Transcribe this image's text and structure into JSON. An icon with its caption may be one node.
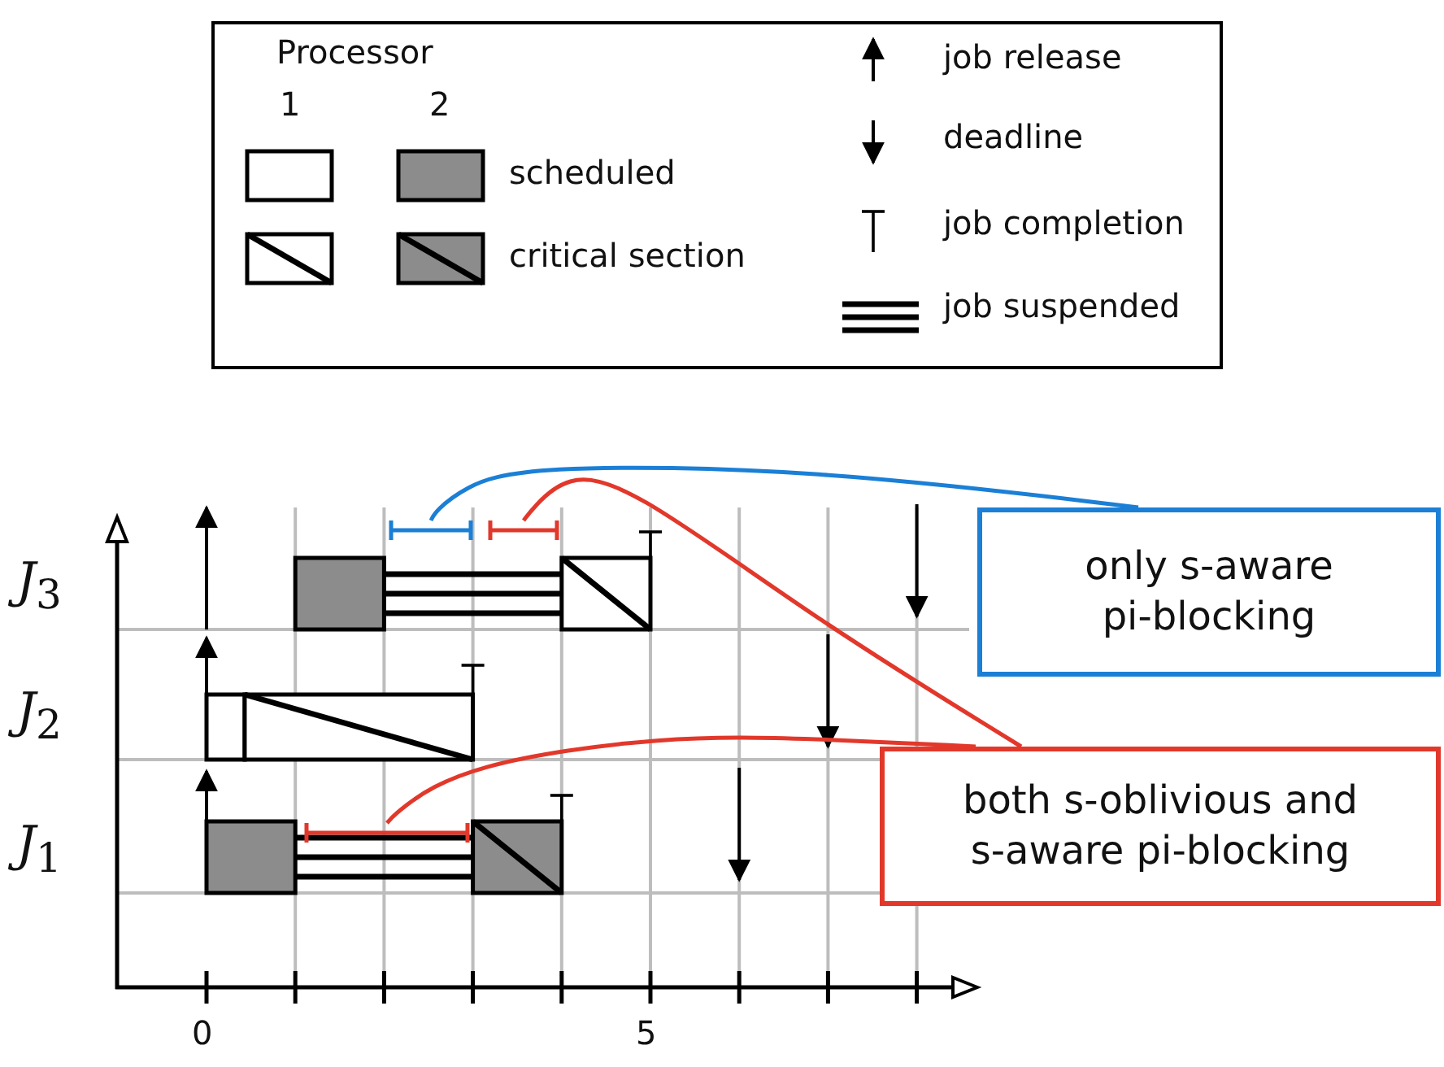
{
  "diagram": {
    "nodes": [
      {
        "text": [
          "only s-aware pi-blocking"
        ]
      },
      {
        "text": [],
        "shape": "bar"
      },
      {
        "text": [],
        "shape": "bar"
      },
      {
        "text": [
          "both s-oblivious and s-aware pi-blocking"
        ]
      },
      {
        "text": [],
        "shape": "bar"
      }
    ],
    "edges": [
      {
        "from": 0,
        "to": 1,
        "arrow": "none",
        "color": "#1b7fd6"
      },
      {
        "from": 3,
        "to": 2,
        "arrow": "none"
      },
      {
        "from": 3,
        "to": 4,
        "arrow": "none"
      }
    ],
    "labels": [
      "Processor",
      "1",
      "2",
      "*J*$_{3}$",
      "*J*$_{2}$",
      "*J*$_{1}$",
      "0",
      "5"
    ],
    "legend": [
      {
        "text": "scheduled"
      },
      {
        "text": "critical section"
      },
      {
        "text": "job release"
      },
      {
        "text": "deadline"
      },
      {
        "text": "job completion"
      },
      {
        "text": "job suspended"
      }
    ]
  }
}
